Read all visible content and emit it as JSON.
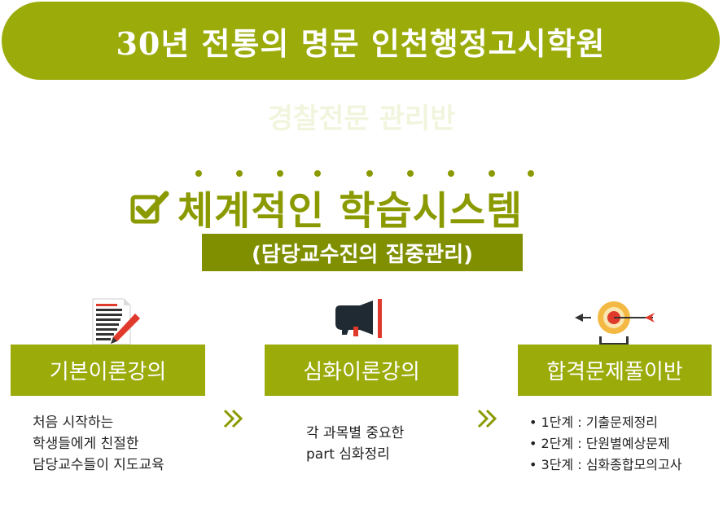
{
  "header": {
    "title": "30년 전통의 명문 인천행정고시학원"
  },
  "subtitle": "경찰전문 관리반",
  "system": {
    "title": "체계적인 학습시스템",
    "subtitle": "(담당교수진의 집중관리)"
  },
  "steps": [
    {
      "label": "기본이론강의",
      "icon": "document-pencil-icon",
      "desc": [
        "처음 시작하는",
        "학생들에게 친절한",
        "담당교수들이 지도교육"
      ]
    },
    {
      "label": "심화이론강의",
      "icon": "megaphone-icon",
      "desc": [
        "각 과목별 중요한",
        "part 심화정리"
      ]
    },
    {
      "label": "합격문제풀이반",
      "icon": "target-arrow-icon",
      "desc": [
        "• 1단계 : 기출문제정리",
        "• 2단계 : 단원별예상문제",
        "• 3단계 : 심화종합모의고사"
      ]
    }
  ],
  "colors": {
    "accent": "#9aab0a",
    "accent_dark": "#808f00",
    "text_green": "#8a9a00",
    "red": "#e03a2c"
  }
}
